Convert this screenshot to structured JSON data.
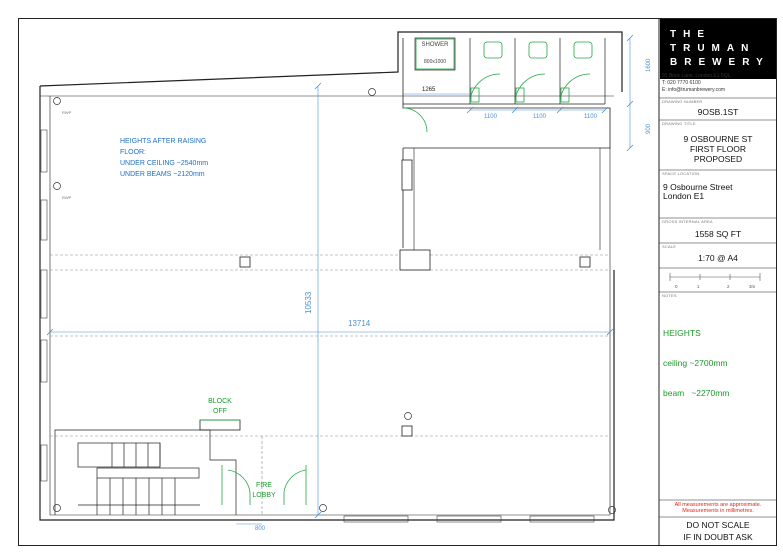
{
  "title_block": {
    "logo": [
      "THE",
      "TRUMAN",
      "BREWERY"
    ],
    "address_lines": [
      "91 Brick Lane, London E1 6QL",
      "T: 020 7770 6100",
      "E: info@trumanbrewery.com"
    ],
    "drawing_number_label": "DRAWING NUMBER",
    "drawing_number": "9OSB.1ST",
    "drawing_title_label": "DRAWING TITLE",
    "drawing_title": [
      "9 OSBOURNE ST",
      "FIRST FLOOR",
      "PROPOSED"
    ],
    "location_label": "SPACE LOCATION",
    "location": [
      "9 Osbourne Street",
      "London E1"
    ],
    "area_label": "GROSS INTERNAL AREA",
    "area": "1558 SQ FT",
    "scale_label": "SCALE",
    "scale": "1:70 @ A4",
    "scale_bar_ticks": [
      "0",
      "1",
      "2",
      "3m"
    ],
    "notes_label": "NOTES",
    "notes": [
      "HEIGHTS",
      "ceiling ~2700mm",
      "beam   ~2270mm"
    ],
    "disclaimer": [
      "All measurements are approximate.",
      "Measurements in millimetres."
    ],
    "warning": [
      "DO NOT SCALE",
      "IF IN DOUBT ASK"
    ]
  },
  "plan": {
    "heights_note": [
      "HEIGHTS AFTER RAISING",
      "FLOOR:",
      "UNDER CEILING ~2540mm",
      "UNDER BEAMS ~2120mm"
    ],
    "shower_label": "SHOWER",
    "shower_size": "800x1000",
    "block_off": [
      "BLOCK",
      "OFF"
    ],
    "fire_lobby": [
      "FIRE",
      "LOBBY"
    ],
    "dimensions": {
      "overall_width": "13714",
      "overall_depth": "10533",
      "wc_1": "1100",
      "wc_2": "1100",
      "wc_3": "1100",
      "wc_depth": "1600",
      "basin": "900",
      "lobby_door": "1265",
      "stair_door": "800"
    },
    "marker_rwp": "RWP"
  },
  "colors": {
    "wall": "#222222",
    "dimension": "#4a90d9",
    "sanitary": "#22a845",
    "note_blue": "#1f6fc4",
    "note_green": "#1a9a2a",
    "warning_red": "#e0261c",
    "logo_bg": "#000000"
  }
}
